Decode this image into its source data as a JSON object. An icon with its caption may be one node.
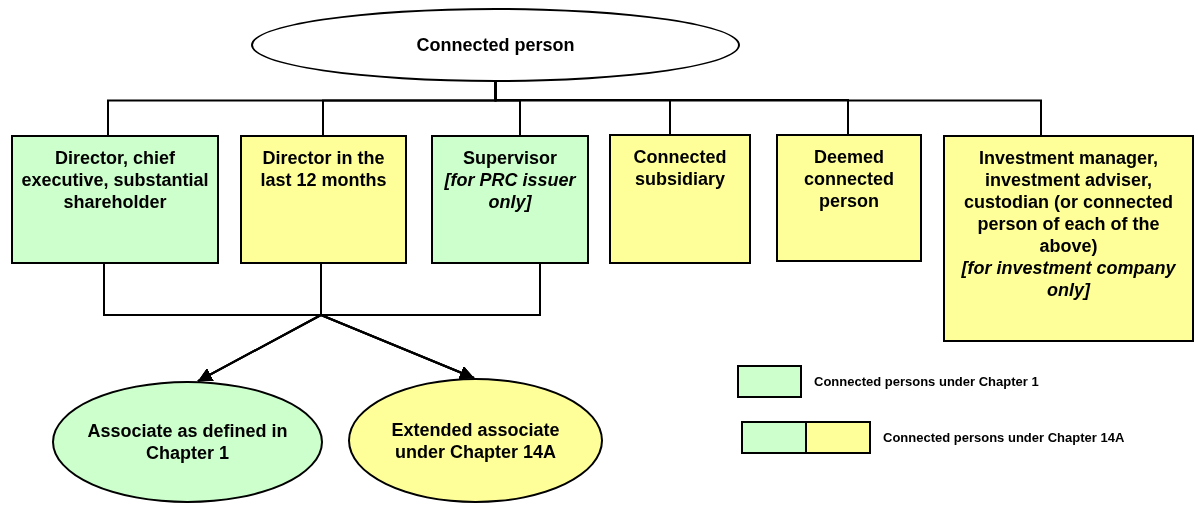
{
  "diagram": {
    "nodes": [
      {
        "text": [
          "Connected person"
        ]
      },
      {
        "text": [
          "Director, chief executive, substantial shareholder"
        ]
      },
      {
        "text": [
          "Director in the last 12 months"
        ]
      },
      {
        "text": [
          "Supervisor",
          "[for PRC issuer only]"
        ]
      },
      {
        "text": [
          "Connected subsidiary"
        ]
      },
      {
        "text": [
          "Deemed connected person"
        ]
      },
      {
        "text": [
          "Investment manager, investment adviser, custodian (or connected person of each of the above)",
          "[for investment company only]"
        ]
      },
      {
        "text": [
          "Associate as defined in Chapter 1"
        ]
      },
      {
        "text": [
          "Extended associate under Chapter 14A"
        ]
      }
    ],
    "edges": [
      {
        "from": 0,
        "to": 1,
        "arrow": "none"
      },
      {
        "from": 0,
        "to": 2,
        "arrow": "none"
      },
      {
        "from": 0,
        "to": 3,
        "arrow": "none"
      },
      {
        "from": 0,
        "to": 4,
        "arrow": "none"
      },
      {
        "from": 0,
        "to": 5,
        "arrow": "none"
      },
      {
        "from": 0,
        "to": 6,
        "arrow": "none"
      },
      {
        "from": 1,
        "to": 7,
        "arrow": "to"
      },
      {
        "from": 2,
        "to": 7,
        "arrow": "to"
      },
      {
        "from": 3,
        "to": 7,
        "arrow": "to"
      },
      {
        "from": 1,
        "to": 8,
        "arrow": "to"
      },
      {
        "from": 2,
        "to": 8,
        "arrow": "to"
      },
      {
        "from": 3,
        "to": 8,
        "arrow": "to"
      }
    ],
    "legend": [
      {
        "text": "Connected persons under Chapter 1",
        "color": "#ccffcc"
      },
      {
        "text": "Connected persons under Chapter 14A"
      }
    ]
  }
}
